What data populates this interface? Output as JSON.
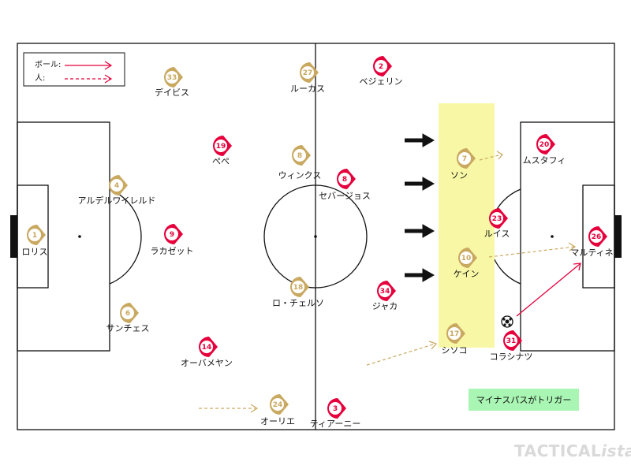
{
  "legend": {
    "ball_label": "ボール:",
    "person_label": "人:"
  },
  "callout": {
    "text": "マイナスパスがトリガー"
  },
  "brand": {
    "main": "TACTICAL",
    "suffix": "ista"
  },
  "colors": {
    "home_team": "#c9a860",
    "away_team": "#e5003c",
    "highlight": "#f7f7a6",
    "callout": "#a9f5b3",
    "ball_pass": "#e5003c",
    "movement": "#c9a860"
  },
  "players": [
    {
      "team": "home",
      "number": "1",
      "name": "ロリス"
    },
    {
      "team": "home",
      "number": "33",
      "name": "デイビス"
    },
    {
      "team": "home",
      "number": "4",
      "name": "アルデルワイレルド"
    },
    {
      "team": "home",
      "number": "6",
      "name": "サンチェス"
    },
    {
      "team": "home",
      "number": "27",
      "name": "ルーカス"
    },
    {
      "team": "home",
      "number": "8",
      "name": "ウィンクス"
    },
    {
      "team": "home",
      "number": "18",
      "name": "ロ・チェルソ"
    },
    {
      "team": "home",
      "number": "24",
      "name": "オーリエ"
    },
    {
      "team": "home",
      "number": "7",
      "name": "ソン"
    },
    {
      "team": "home",
      "number": "10",
      "name": "ケイン"
    },
    {
      "team": "home",
      "number": "17",
      "name": "シソコ"
    },
    {
      "team": "away",
      "number": "2",
      "name": "ベジェリン"
    },
    {
      "team": "away",
      "number": "19",
      "name": "ぺぺ"
    },
    {
      "team": "away",
      "number": "9",
      "name": "ラカゼット"
    },
    {
      "team": "away",
      "number": "14",
      "name": "オーバメヤン"
    },
    {
      "team": "away",
      "number": "8",
      "name": "セバージョス"
    },
    {
      "team": "away",
      "number": "34",
      "name": "ジャカ"
    },
    {
      "team": "away",
      "number": "3",
      "name": "ティアーニー"
    },
    {
      "team": "away",
      "number": "20",
      "name": "ムスタフィ"
    },
    {
      "team": "away",
      "number": "23",
      "name": "ルイス"
    },
    {
      "team": "away",
      "number": "26",
      "name": "マルティネス"
    },
    {
      "team": "away",
      "number": "31",
      "name": "コラシナツ"
    }
  ]
}
